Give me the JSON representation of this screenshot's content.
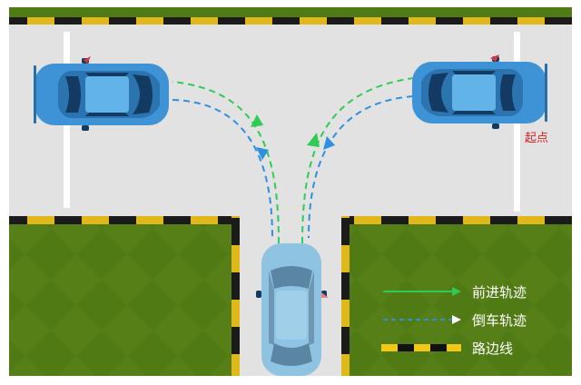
{
  "labels": {
    "start": "起点"
  },
  "legend": {
    "items": [
      {
        "label": "前进轨迹",
        "style": "dashed-arrow",
        "color": "#2ecc55"
      },
      {
        "label": "倒车轨迹",
        "style": "dashed-arrow",
        "color": "#2f8fe0"
      },
      {
        "label": "路边线",
        "style": "curb-stripe",
        "colors": [
          "#f2c814",
          "#111111"
        ]
      }
    ]
  },
  "colors": {
    "road": "#e2e2e2",
    "grass": "#4f7a14",
    "curb_yellow": "#e0b81a",
    "curb_black": "#1b1b1b",
    "car_blue": "#3d93d6",
    "car_light_blue": "#8ec3e2",
    "forward_track": "#2ecc55",
    "reverse_track": "#2f8fe0",
    "start_label": "#e02020"
  }
}
